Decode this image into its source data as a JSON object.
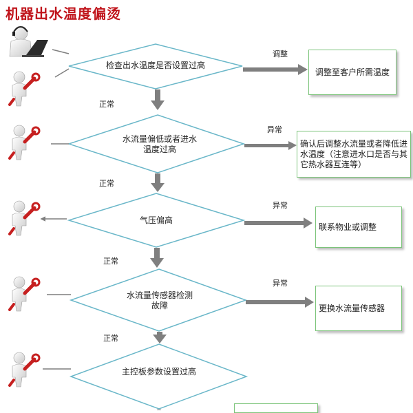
{
  "title": "机器出水温度偏烫",
  "steps": [
    {
      "question": "检查出水温度是否设置过高",
      "branch_label": "调整",
      "action": "调整至客户所需温度",
      "next_label": "正常"
    },
    {
      "question": "水流量偏低或者进水温度过高",
      "branch_label": "异常",
      "action": "确认后调整水流量或者降低进水温度（注意进水口是否与其它热水器互连等）",
      "next_label": "正常"
    },
    {
      "question": "气压偏高",
      "branch_label": "异常",
      "action": "联系物业或调整",
      "next_label": "正常"
    },
    {
      "question": "水流量传感器检测故障",
      "branch_label": "异常",
      "action": "更换水流量传感器",
      "next_label": "正常"
    },
    {
      "question": "主控板参数设置过高"
    }
  ],
  "icons": [
    "customer-service-headset-laptop-icon",
    "technician-wrench-icon"
  ],
  "colors": {
    "title": "#c0141b",
    "diamond_border": "#6ab7c9",
    "box_border": "#7cc47a",
    "arrow": "#7f7f7f"
  }
}
